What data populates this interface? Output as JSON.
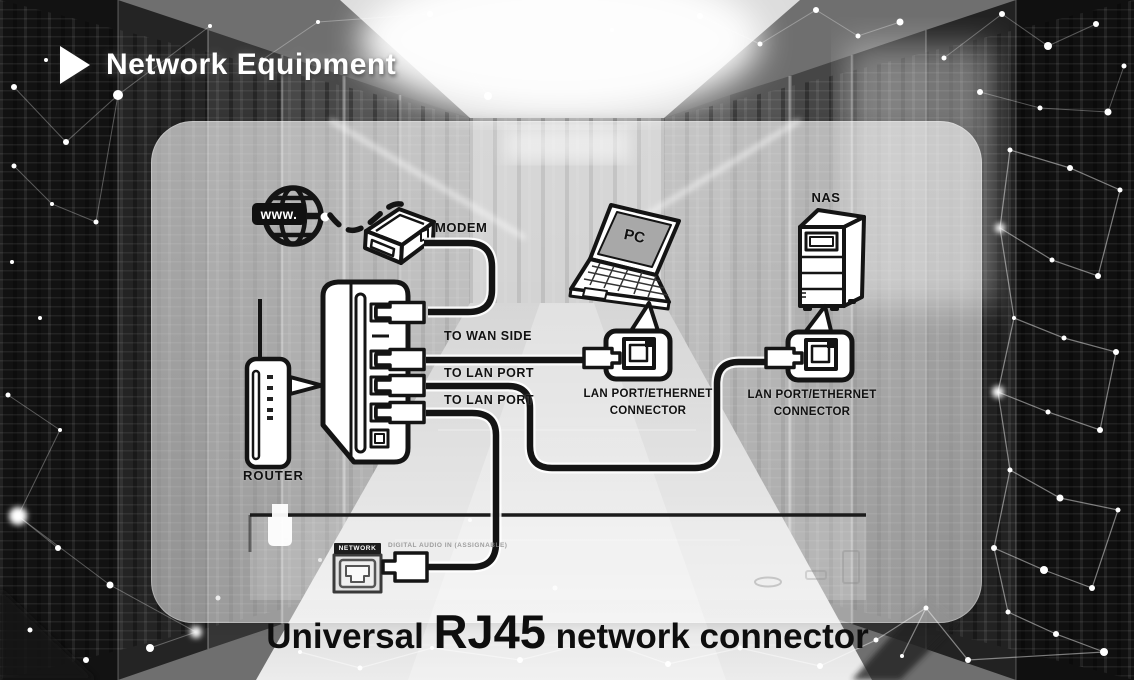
{
  "header": {
    "title": "Network Equipment"
  },
  "panel": {
    "internet_label": "www.",
    "modem_label": "MODEM",
    "router_label": "ROUTER",
    "port_labels": {
      "wan": "TO WAN SIDE",
      "lan1": "TO LAN PORT",
      "lan2": "TO LAN PORT"
    },
    "pc": {
      "device_label": "PC",
      "connector_line1": "LAN PORT/ETHERNET",
      "connector_line2": "CONNECTOR"
    },
    "nas": {
      "device_label": "NAS",
      "connector_line1": "LAN PORT/ETHERNET",
      "connector_line2": "CONNECTOR"
    },
    "av_panel": {
      "network_port_label": "NETWORK",
      "faint_text": "DIGITAL AUDIO IN (ASSIGNABLE)"
    }
  },
  "footer": {
    "part1": "Universal ",
    "part2": "RJ45",
    "part3": " network connector"
  },
  "colors": {
    "diagram_outline": "#141414",
    "label_text": "#111111",
    "panel_fill": "rgba(255,255,255,0.55)",
    "title_text": "#ffffff",
    "footer_text": "#0e0e0e"
  }
}
